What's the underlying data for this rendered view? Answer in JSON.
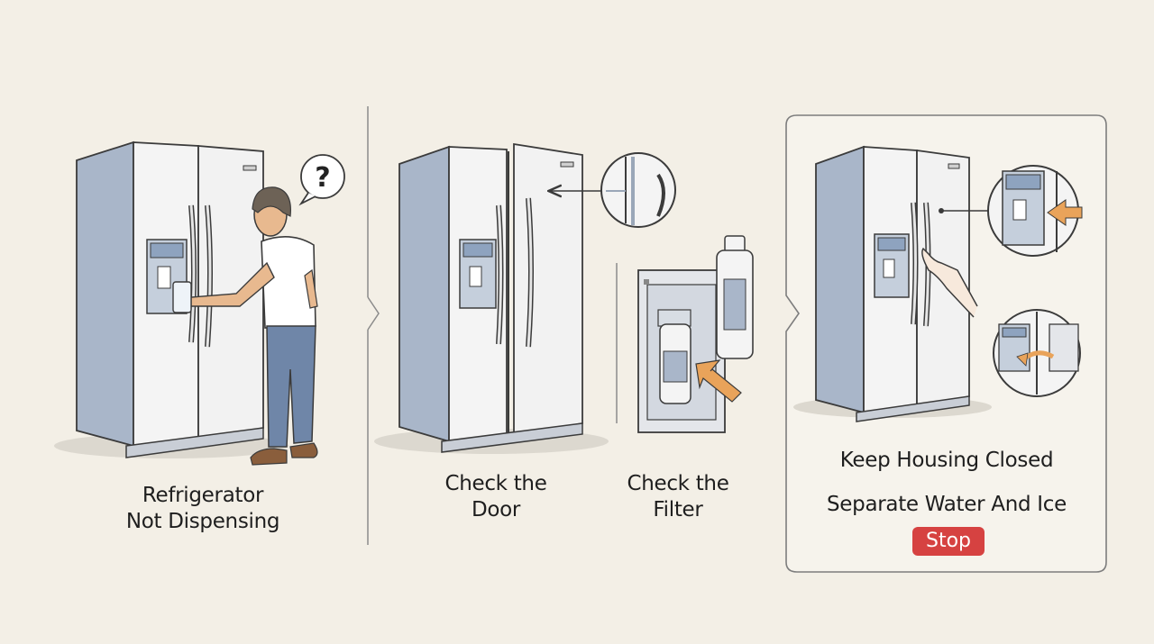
{
  "steps": [
    {
      "lines": [
        "Refrigerator",
        "Not Dispensing"
      ]
    },
    {
      "lines": [
        "Check the",
        "Door"
      ]
    },
    {
      "lines": [
        "Check the",
        "Filter"
      ]
    }
  ],
  "result": {
    "line1": "Keep Housing Closed",
    "line2": "Separate Water And Ice",
    "badge": "Stop"
  },
  "question_mark": "?",
  "colors": {
    "background": "#f3efe6",
    "fridge_body": "#f4f4f4",
    "fridge_side": "#a9b6c9",
    "ink": "#3b3b3b",
    "accent_blue": "#9fb0c8",
    "arrow_orange": "#e9a35a",
    "badge_red": "#d64241"
  },
  "icons": [
    "question-bubble-icon",
    "arrow-icon",
    "magnifier-icon",
    "hand-icon"
  ]
}
